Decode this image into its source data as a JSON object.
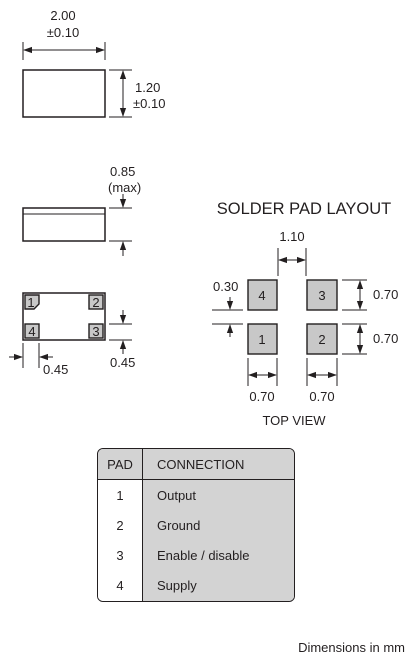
{
  "dimensions": {
    "length": "2.00",
    "length_tol": "±0.10",
    "width": "1.20",
    "width_tol": "±0.10",
    "height": "0.85",
    "height_note": "(max)",
    "pad_corner_x": "0.45",
    "pad_corner_y": "0.45"
  },
  "pad_layout": {
    "title": "SOLDER PAD LAYOUT",
    "spacing": "1.10",
    "gap": "0.30",
    "pad_height_top": "0.70",
    "pad_height_bottom": "0.70",
    "pad_width_left": "0.70",
    "pad_width_right": "0.70",
    "caption": "TOP VIEW",
    "pads": [
      "1",
      "2",
      "3",
      "4"
    ]
  },
  "pad_table": {
    "headers": [
      "PAD",
      "CONNECTION"
    ],
    "rows": [
      {
        "pad": "1",
        "connection": "Output"
      },
      {
        "pad": "2",
        "connection": "Ground"
      },
      {
        "pad": "3",
        "connection": "Enable / disable"
      },
      {
        "pad": "4",
        "connection": "Supply"
      }
    ]
  },
  "footer": "Dimensions in mm"
}
